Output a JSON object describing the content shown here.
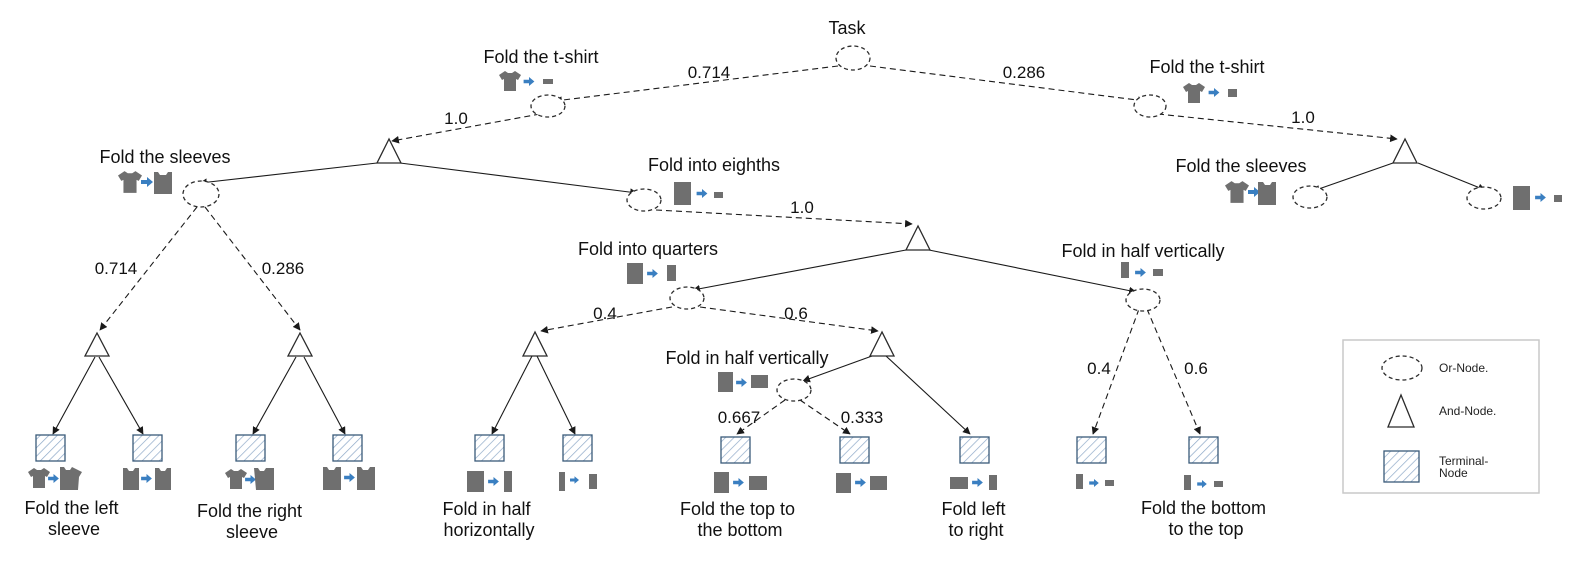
{
  "diagram": {
    "root_label": "Task",
    "nodes": {
      "n1": {
        "label": "Fold the t-shirt"
      },
      "n2": {
        "label": "Fold the t-shirt"
      },
      "n4": {
        "label": "Fold the sleeves"
      },
      "n5": {
        "label": "Fold into eighths"
      },
      "n6": {
        "label": "Fold the sleeves"
      },
      "n7": {
        "label": "Fold into quarters"
      },
      "n8": {
        "label": "Fold in half vertically"
      },
      "n9": {
        "label": "Fold in half vertically"
      }
    },
    "terminals": {
      "t1": [
        "Fold the left",
        "sleeve"
      ],
      "t2": [
        "Fold the right",
        "sleeve"
      ],
      "t3": [
        "Fold in half",
        "horizontally"
      ],
      "t4": [
        "Fold the top to",
        "the bottom"
      ],
      "t5": [
        "Fold left",
        "to right"
      ],
      "t6": [
        "Fold the bottom",
        "to the top"
      ]
    },
    "probabilities": {
      "p_root_left": "0.714",
      "p_root_right": "0.286",
      "p_n1": "1.0",
      "p_n2": "1.0",
      "p_sleeves_left": "0.714",
      "p_sleeves_right": "0.286",
      "p_eighths": "1.0",
      "p_quarters_left": "0.4",
      "p_quarters_right": "0.6",
      "p_vert_left": "0.667",
      "p_vert_right": "0.333",
      "p_half_left": "0.4",
      "p_half_right": "0.6"
    }
  },
  "legend": {
    "or_node": "Or-Node.",
    "and_node": "And-Node.",
    "terminal_node": [
      "Terminal-",
      "Node"
    ]
  },
  "colors": {
    "shirt": "#6f6f6f",
    "arrow": "#3a7fc1",
    "hatch": "#8ea9c8"
  }
}
